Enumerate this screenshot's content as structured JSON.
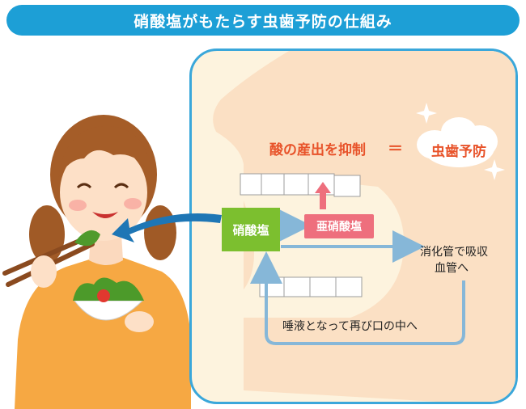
{
  "title": "硝酸塩がもたらす虫歯予防の仕組み",
  "effect": {
    "suppress_label": "酸の産出を抑制",
    "equals": "＝",
    "result_label": "虫歯予防"
  },
  "boxes": {
    "nitrate": "硝酸塩",
    "nitrite": "亜硝酸塩"
  },
  "destination": {
    "line1": "消化管で吸収",
    "line2": "血管へ"
  },
  "saliva_path": "唾液となって再び口の中へ",
  "colors": {
    "title_bg": "#1d9fd6",
    "panel_border": "#3aa7da",
    "panel_bg": "#fdf3de",
    "emphasis_text": "#e8532a",
    "nitrate_box": "#7cbf2f",
    "nitrite_box": "#ee6f7d",
    "flow_arrow": "#86b7d8",
    "intake_arrow": "#1e76b5"
  }
}
